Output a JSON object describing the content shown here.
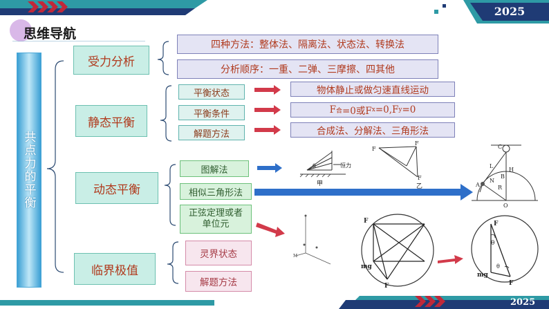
{
  "header": {
    "year": "2025",
    "title": "思维导航"
  },
  "root": {
    "label": "共点力的平衡"
  },
  "categories": [
    {
      "label": "受力分析"
    },
    {
      "label": "静态平衡"
    },
    {
      "label": "动态平衡"
    },
    {
      "label": "临界极值"
    }
  ],
  "force_analysis": {
    "methods": "四种方法：整体法、隔离法、状态法、转换法",
    "order": "分析顺序：一重、二弹、三摩擦、四其他"
  },
  "static": {
    "items": [
      "平衡状态",
      "平衡条件",
      "解题方法"
    ],
    "results": [
      "物体静止或做匀速直线运动",
      "合成法、分解法、三角形法"
    ],
    "condition_formula": {
      "f": "F",
      "he": "合",
      "mid1": "=0或F",
      "x": "x",
      "mid2": "=0,F",
      "y": "y",
      "end": "=0"
    }
  },
  "dynamic": {
    "items": [
      "图解法",
      "相似三角形法",
      "正弦定理或者单位元"
    ]
  },
  "critical": {
    "items": [
      "灵界状态",
      "解题方法"
    ]
  },
  "diagram_labels": {
    "jia": "甲",
    "yi": "乙",
    "hengli": "恒力",
    "theta": "θ",
    "F1": "F",
    "F2": "F",
    "F3": "F",
    "mg": "mg",
    "C": "C",
    "L": "L",
    "H": "H",
    "A": "A",
    "B": "B",
    "R": "R",
    "O": "O",
    "N": "N",
    "M": "M"
  },
  "colors": {
    "teal_band": "#2e9aa5",
    "navy_band": "#1f3b75",
    "red_arrow": "#d23a4a",
    "blue_arrow": "#2e6fc9"
  }
}
